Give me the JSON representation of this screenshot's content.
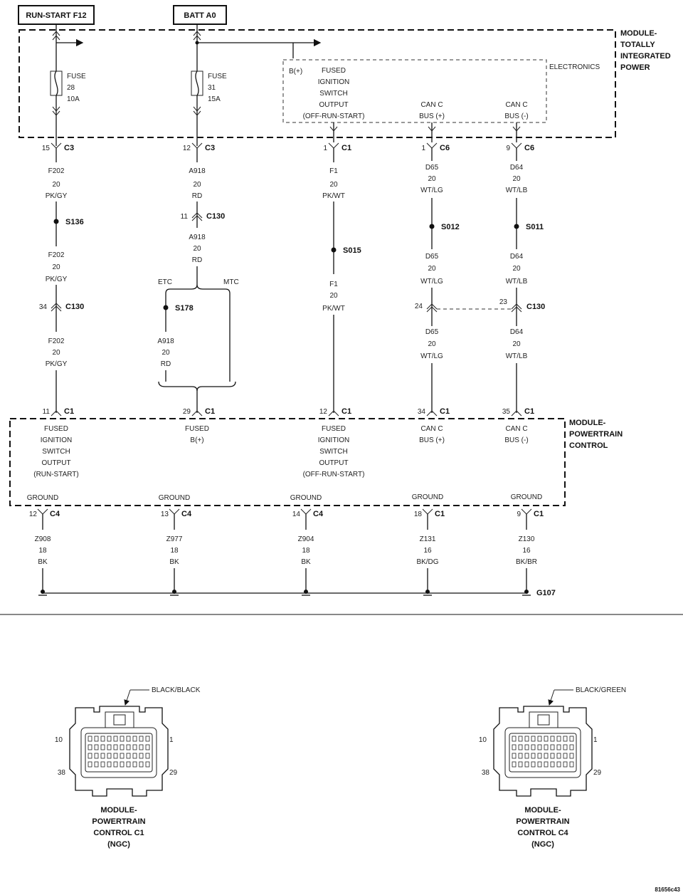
{
  "sources": {
    "run_start": "RUN-START F12",
    "batt": "BATT A0"
  },
  "tipm": {
    "title": [
      "MODULE-",
      "TOTALLY",
      "INTEGRATED",
      "POWER"
    ],
    "fuse_a": [
      "FUSE",
      "28",
      "10A"
    ],
    "fuse_b": [
      "FUSE",
      "31",
      "15A"
    ],
    "electronics": "ELECTRONICS",
    "bplus": "B(+)",
    "ign_out": [
      "FUSED",
      "IGNITION",
      "SWITCH",
      "OUTPUT",
      "(OFF-RUN-START)"
    ],
    "can_pos": [
      "CAN C",
      "BUS (+)"
    ],
    "can_neg": [
      "CAN C",
      "BUS (-)"
    ]
  },
  "pcm": {
    "title": [
      "MODULE-",
      "POWERTRAIN",
      "CONTROL"
    ],
    "c1": [
      "FUSED",
      "IGNITION",
      "SWITCH",
      "OUTPUT",
      "(RUN-START)"
    ],
    "c2": [
      "FUSED",
      "B(+)"
    ],
    "c3": [
      "FUSED",
      "IGNITION",
      "SWITCH",
      "OUTPUT",
      "(OFF-RUN-START)"
    ],
    "c4": [
      "CAN C",
      "BUS (+)"
    ],
    "c5": [
      "CAN C",
      "BUS (-)"
    ],
    "ground": "GROUND"
  },
  "top_connectors": [
    {
      "pin": "15",
      "conn": "C3"
    },
    {
      "pin": "12",
      "conn": "C3"
    },
    {
      "pin": "1",
      "conn": "C1"
    },
    {
      "pin": "1",
      "conn": "C6"
    },
    {
      "pin": "9",
      "conn": "C6"
    }
  ],
  "wires": {
    "f202": [
      "F202",
      "20",
      "PK/GY"
    ],
    "a918": [
      "A918",
      "20",
      "RD"
    ],
    "f1": [
      "F1",
      "20",
      "PK/WT"
    ],
    "d65": [
      "D65",
      "20",
      "WT/LG"
    ],
    "d64": [
      "D64",
      "20",
      "WT/LB"
    ]
  },
  "splices": {
    "s136": "S136",
    "s178": "S178",
    "s015": "S015",
    "s012": "S012",
    "s011": "S011"
  },
  "c130_connectors": {
    "c130_a": {
      "pin": "11",
      "conn": "C130"
    },
    "c130_b": {
      "pin": "34",
      "conn": "C130"
    },
    "c130_c": {
      "pin": "24",
      "conn": ""
    },
    "c130_d": {
      "pin": "23",
      "conn": "C130"
    }
  },
  "branch_labels": {
    "etc": "ETC",
    "mtc": "MTC"
  },
  "pcm_connectors": [
    {
      "pin": "11",
      "conn": "C1"
    },
    {
      "pin": "29",
      "conn": "C1"
    },
    {
      "pin": "12",
      "conn": "C1"
    },
    {
      "pin": "34",
      "conn": "C1"
    },
    {
      "pin": "35",
      "conn": "C1"
    }
  ],
  "ground_connectors": [
    {
      "pin": "12",
      "conn": "C4",
      "wire": [
        "Z908",
        "18",
        "BK"
      ]
    },
    {
      "pin": "13",
      "conn": "C4",
      "wire": [
        "Z977",
        "18",
        "BK"
      ]
    },
    {
      "pin": "14",
      "conn": "C4",
      "wire": [
        "Z904",
        "18",
        "BK"
      ]
    },
    {
      "pin": "18",
      "conn": "C1",
      "wire": [
        "Z131",
        "16",
        "BK/DG"
      ]
    },
    {
      "pin": "9",
      "conn": "C1",
      "wire": [
        "Z130",
        "16",
        "BK/BR"
      ]
    }
  ],
  "ground_point": "G107",
  "connector_views": [
    {
      "color_label": "BLACK/BLACK",
      "pins": [
        "10",
        "1",
        "38",
        "29"
      ],
      "caption": [
        "MODULE-",
        "POWERTRAIN",
        "CONTROL C1",
        "(NGC)"
      ]
    },
    {
      "color_label": "BLACK/GREEN",
      "pins": [
        "10",
        "1",
        "38",
        "29"
      ],
      "caption": [
        "MODULE-",
        "POWERTRAIN",
        "CONTROL C4",
        "(NGC)"
      ]
    }
  ],
  "figure_id": "81656c43"
}
